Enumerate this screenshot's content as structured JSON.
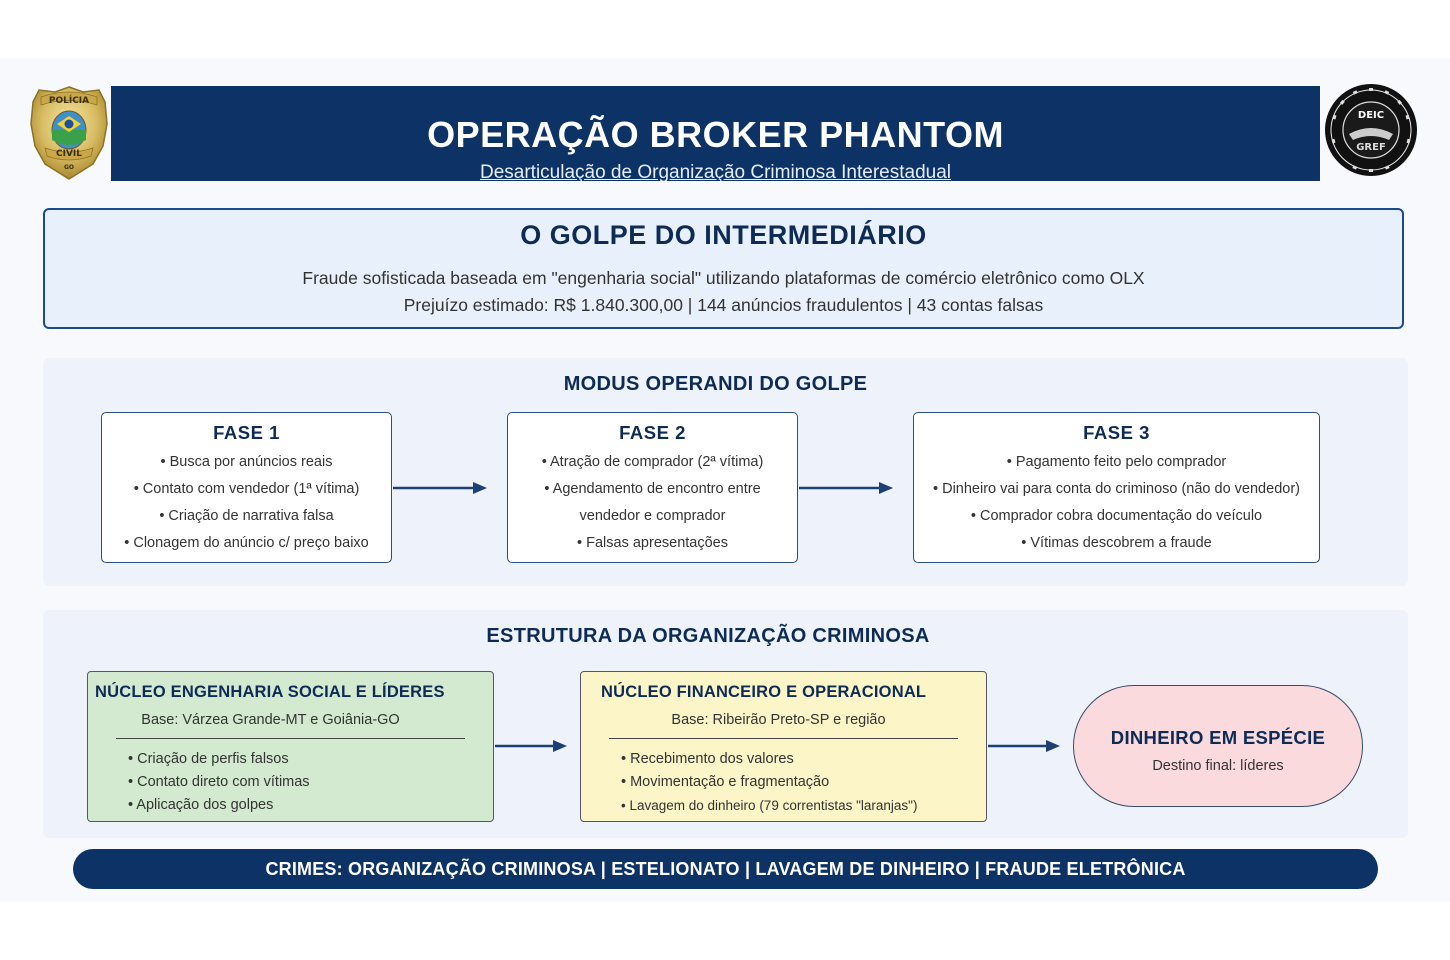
{
  "header": {
    "title": "OPERAÇÃO BROKER PHANTOM",
    "subtitle": "Desarticulação de Organização Criminosa Interestadual",
    "badge_left_text": [
      "POLÍCIA",
      "CIVIL",
      "GO"
    ],
    "badge_right_text": [
      "DEIC",
      "GREF"
    ]
  },
  "golpe": {
    "title": "O GOLPE DO INTERMEDIÁRIO",
    "description": "Fraude sofisticada baseada em \"engenharia social\" utilizando plataformas de comércio eletrônico como OLX",
    "stats": "Prejuízo estimado: R$ 1.840.300,00 | 144 anúncios fraudulentos | 43 contas falsas"
  },
  "modus": {
    "title": "MODUS OPERANDI DO GOLPE",
    "phases": [
      {
        "title": "FASE 1",
        "items": [
          "• Busca por anúncios reais",
          "• Contato com vendedor (1ª vítima)",
          "• Criação de narrativa falsa",
          "• Clonagem do anúncio c/ preço baixo"
        ]
      },
      {
        "title": "FASE 2",
        "items": [
          "• Atração de comprador (2ª vítima)",
          "• Agendamento de encontro entre",
          "vendedor e comprador",
          "• Falsas apresentações"
        ]
      },
      {
        "title": "FASE 3",
        "items": [
          "• Pagamento feito pelo comprador",
          "• Dinheiro vai para conta do criminoso (não do vendedor)",
          "• Comprador cobra documentação do veículo",
          "• Vítimas descobrem a fraude"
        ]
      }
    ]
  },
  "estrutura": {
    "title": "ESTRUTURA DA ORGANIZAÇÃO CRIMINOSA",
    "nucleos": [
      {
        "title": "NÚCLEO ENGENHARIA SOCIAL E LÍDERES",
        "base": "Base: Várzea Grande-MT e Goiânia-GO",
        "items": [
          "• Criação de perfis falsos",
          "• Contato direto com vítimas",
          "• Aplicação dos golpes"
        ],
        "color": "#d4ead0"
      },
      {
        "title": "NÚCLEO FINANCEIRO E OPERACIONAL",
        "base": "Base: Ribeirão Preto-SP e região",
        "items": [
          "• Recebimento dos valores",
          "• Movimentação e fragmentação",
          "• Lavagem do dinheiro (79 correntistas \"laranjas\")"
        ],
        "color": "#fcf5c7"
      }
    ],
    "destino": {
      "title": "DINHEIRO EM ESPÉCIE",
      "subtitle": "Destino final: líderes",
      "color": "#fadadd"
    }
  },
  "crimes": "CRIMES: ORGANIZAÇÃO CRIMINOSA | ESTELIONATO | LAVAGEM DE DINHEIRO | FRAUDE ELETRÔNICA",
  "colors": {
    "navy": "#0d3266",
    "title_text": "#0d2b55",
    "panel": "#eef3fb"
  }
}
